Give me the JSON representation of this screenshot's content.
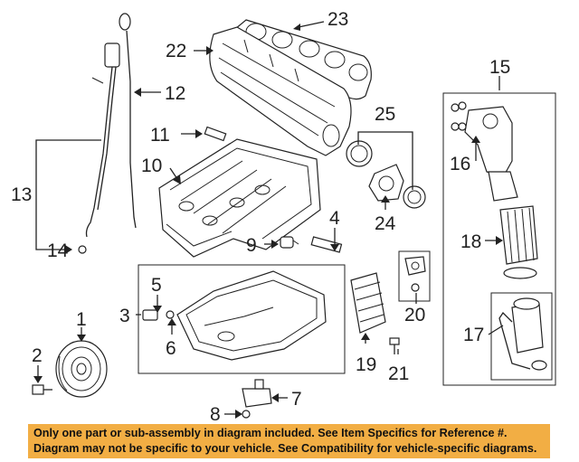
{
  "callouts": {
    "c1": "1",
    "c2": "2",
    "c3": "3",
    "c4": "4",
    "c5": "5",
    "c6": "6",
    "c7": "7",
    "c8": "8",
    "c9": "9",
    "c10": "10",
    "c11": "11",
    "c12": "12",
    "c13": "13",
    "c14": "14",
    "c15": "15",
    "c16": "16",
    "c17": "17",
    "c18": "18",
    "c19": "19",
    "c20": "20",
    "c21": "21",
    "c22": "22",
    "c23": "23",
    "c24": "24",
    "c25": "25"
  },
  "notice": {
    "line1": "Only one part or sub-assembly in diagram included. See Item Specifics for Reference #.",
    "line2": "Diagram may not be specific to your vehicle. See Compatibility for vehicle-specific diagrams."
  },
  "colors": {
    "notice_bg": "#f2ae44",
    "ink": "#222222"
  }
}
